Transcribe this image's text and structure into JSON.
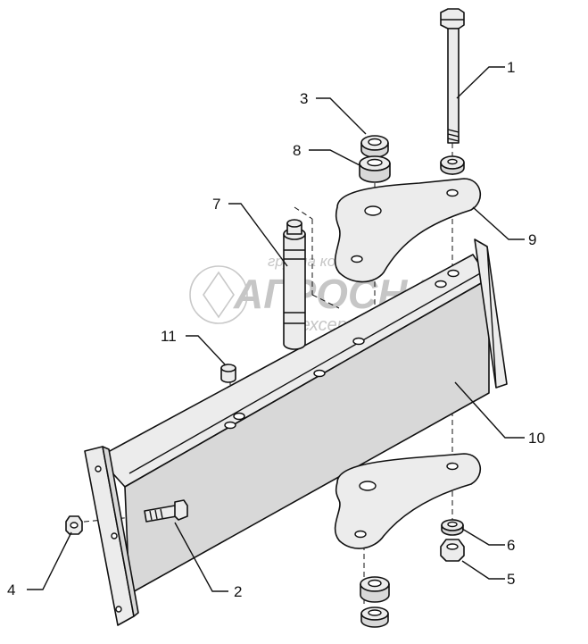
{
  "watermark": {
    "line1": "группа компаний",
    "line2": "АГРОСНАБ",
    "line3": "техсервис"
  },
  "callouts": [
    {
      "id": "1",
      "label": "1"
    },
    {
      "id": "2",
      "label": "2"
    },
    {
      "id": "3",
      "label": "3"
    },
    {
      "id": "4",
      "label": "4"
    },
    {
      "id": "5",
      "label": "5"
    },
    {
      "id": "6",
      "label": "6"
    },
    {
      "id": "7",
      "label": "7"
    },
    {
      "id": "8",
      "label": "8"
    },
    {
      "id": "9",
      "label": "9"
    },
    {
      "id": "10",
      "label": "10"
    },
    {
      "id": "11",
      "label": "11"
    }
  ]
}
